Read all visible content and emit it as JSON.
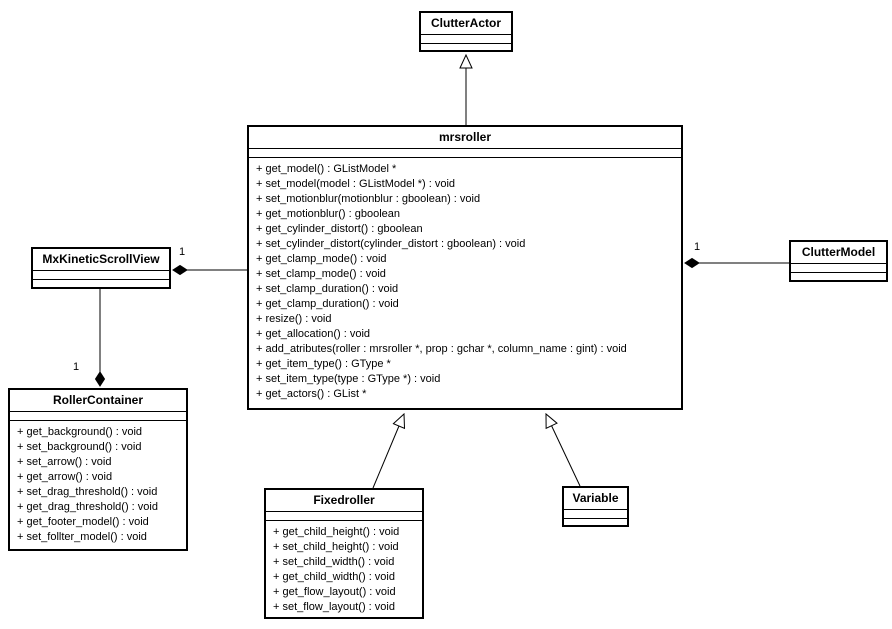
{
  "diagram_type": "uml-class-diagram",
  "colors": {
    "background": "#ffffff",
    "line": "#000000",
    "text": "#000000",
    "box_fill": "#ffffff"
  },
  "classes": {
    "clutteractor": {
      "name": "ClutterActor",
      "methods": []
    },
    "mrsroller": {
      "name": "mrsroller",
      "methods": [
        "+ get_model() : GListModel *",
        "+ set_model(model : GListModel *) : void",
        "+ set_motionblur(motionblur : gboolean) : void",
        "+ get_motionblur() : gboolean",
        "+ get_cylinder_distort() : gboolean",
        "+ set_cylinder_distort(cylinder_distort : gboolean) : void",
        "+ get_clamp_mode() : void",
        "+ set_clamp_mode() : void",
        "+ set_clamp_duration() : void",
        "+ get_clamp_duration() : void",
        "+ resize() : void",
        "+ get_allocation() : void",
        "+ add_atributes(roller : mrsroller *, prop : gchar *, column_name : gint) : void",
        "+ get_item_type() : GType *",
        "+ set_item_type(type : GType *) : void",
        "+ get_actors() : GList *"
      ]
    },
    "mxkineticscrollview": {
      "name": "MxKineticScrollView",
      "methods": []
    },
    "cluttermodel": {
      "name": "ClutterModel",
      "methods": []
    },
    "rollercontainer": {
      "name": "RollerContainer",
      "methods": [
        "+ get_background() : void",
        "+ set_background() : void",
        "+ set_arrow() : void",
        "+ get_arrow() : void",
        "+ set_drag_threshold() : void",
        "+ get_drag_threshold() : void",
        "+ get_footer_model() : void",
        "+ set_follter_model() : void"
      ]
    },
    "fixedroller": {
      "name": "Fixedroller",
      "methods": [
        "+ get_child_height() : void",
        "+ set_child_height() : void",
        "+ set_child_width() : void",
        "+ get_child_width() : void",
        "+ get_flow_layout() : void",
        "+ set_flow_layout() : void"
      ]
    },
    "variable": {
      "name": "Variable",
      "methods": []
    }
  },
  "relations": {
    "mrsroller_clutteractor": {
      "type": "generalization"
    },
    "fixedroller_mrsroller": {
      "type": "generalization"
    },
    "variable_mrsroller": {
      "type": "generalization"
    },
    "mxkineticscrollview_mrsroller": {
      "type": "composition",
      "multiplicity": "1"
    },
    "mrsroller_cluttermodel": {
      "type": "composition",
      "multiplicity": "1"
    },
    "mxkineticscrollview_rollercontainer": {
      "type": "composition",
      "multiplicity": "1"
    }
  }
}
